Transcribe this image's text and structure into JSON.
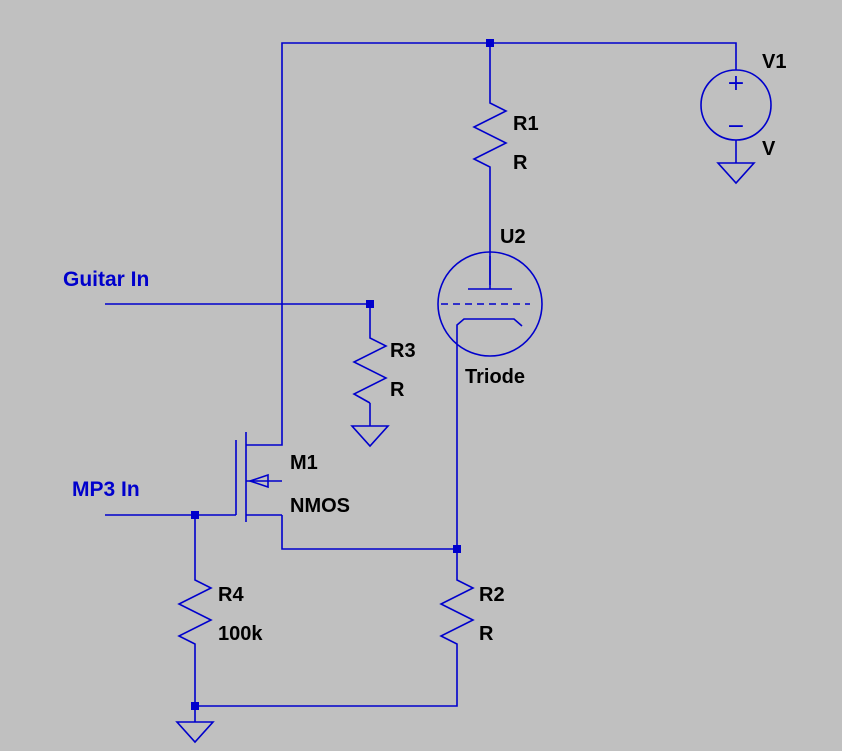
{
  "nets": {
    "guitar_in": "Guitar In",
    "mp3_in": "MP3 In"
  },
  "components": {
    "V1": {
      "ref": "V1",
      "value": "V"
    },
    "R1": {
      "ref": "R1",
      "value": "R"
    },
    "U2": {
      "ref": "U2",
      "value": "Triode"
    },
    "R3": {
      "ref": "R3",
      "value": "R"
    },
    "M1": {
      "ref": "M1",
      "value": "NMOS"
    },
    "R4": {
      "ref": "R4",
      "value": "100k"
    },
    "R2": {
      "ref": "R2",
      "value": "R"
    }
  },
  "symbols": {
    "plus": "+",
    "minus": "−"
  },
  "colors": {
    "background": "#c0c0c0",
    "wire": "#0000cc",
    "label": "#000000",
    "net_label": "#0000cc"
  }
}
